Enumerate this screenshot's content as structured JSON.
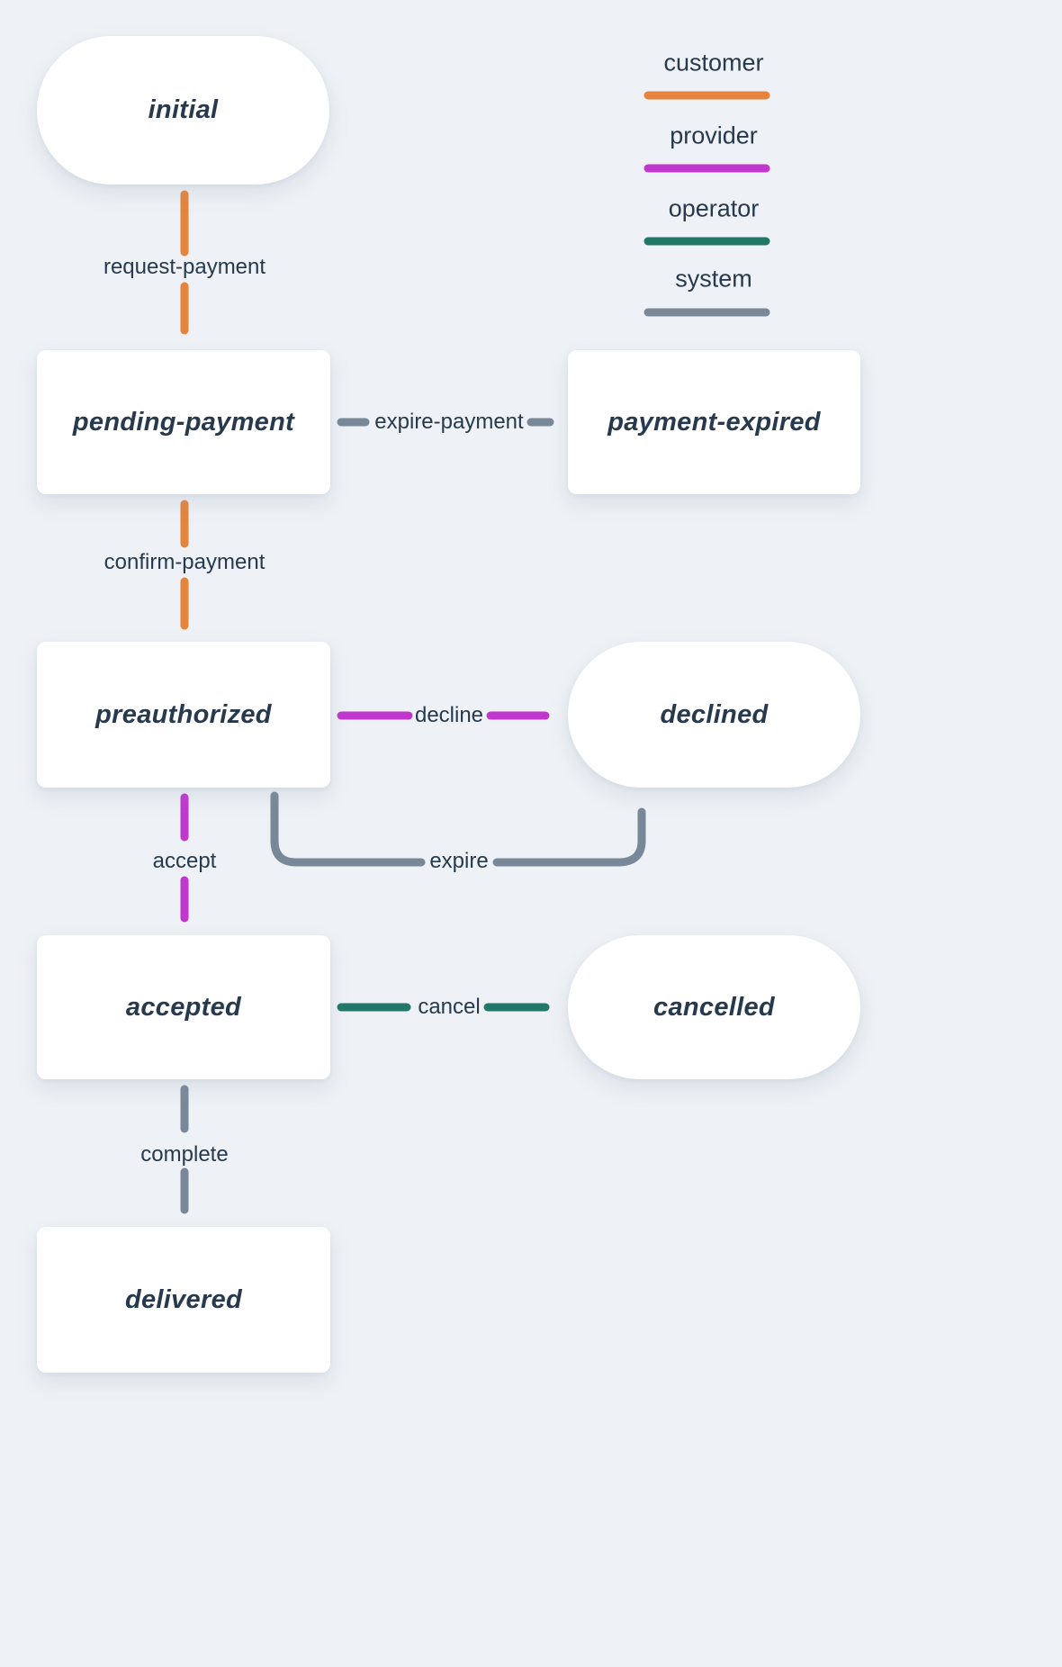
{
  "colors": {
    "customer": "#E5843C",
    "provider": "#C137CE",
    "operator": "#217868",
    "system": "#798898",
    "text": "#273A4D",
    "node_bg": "#FFFFFF",
    "background": "#EEF1F5"
  },
  "nodes": {
    "initial": {
      "label": "initial"
    },
    "pending_payment": {
      "label": "pending-payment"
    },
    "payment_expired": {
      "label": "payment-expired"
    },
    "preauthorized": {
      "label": "preauthorized"
    },
    "declined": {
      "label": "declined"
    },
    "accepted": {
      "label": "accepted"
    },
    "cancelled": {
      "label": "cancelled"
    },
    "delivered": {
      "label": "delivered"
    }
  },
  "edges": {
    "request_payment": {
      "label": "request-payment",
      "actor": "customer"
    },
    "expire_payment": {
      "label": "expire-payment",
      "actor": "system"
    },
    "confirm_payment": {
      "label": "confirm-payment",
      "actor": "customer"
    },
    "decline": {
      "label": "decline",
      "actor": "provider"
    },
    "expire": {
      "label": "expire",
      "actor": "system"
    },
    "accept": {
      "label": "accept",
      "actor": "provider"
    },
    "cancel": {
      "label": "cancel",
      "actor": "operator"
    },
    "complete": {
      "label": "complete",
      "actor": "system"
    }
  },
  "legend": [
    {
      "label": "customer",
      "color": "#E5843C"
    },
    {
      "label": "provider",
      "color": "#C137CE"
    },
    {
      "label": "operator",
      "color": "#217868"
    },
    {
      "label": "system",
      "color": "#798898"
    }
  ]
}
